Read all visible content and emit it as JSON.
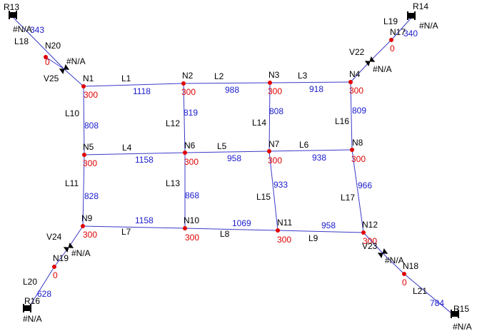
{
  "colors": {
    "pipe": "#3a3ac8",
    "node": "#e00000",
    "label": "#000000",
    "value": "#1a1acc",
    "node_value": "#e00000"
  },
  "nodes": [
    {
      "id": "N1",
      "value": "300"
    },
    {
      "id": "N2",
      "value": "300"
    },
    {
      "id": "N3",
      "value": "300"
    },
    {
      "id": "N4",
      "value": "300"
    },
    {
      "id": "N5",
      "value": "300"
    },
    {
      "id": "N6",
      "value": "300"
    },
    {
      "id": "N7",
      "value": "300"
    },
    {
      "id": "N8",
      "value": "300"
    },
    {
      "id": "N9",
      "value": "300"
    },
    {
      "id": "N10",
      "value": "300"
    },
    {
      "id": "N11",
      "value": "300"
    },
    {
      "id": "N12",
      "value": "300"
    },
    {
      "id": "N17",
      "value": "0"
    },
    {
      "id": "N18",
      "value": "0"
    },
    {
      "id": "N19",
      "value": "0"
    },
    {
      "id": "N20",
      "value": "0"
    }
  ],
  "reservoirs": [
    {
      "id": "R13",
      "value": "#N/A"
    },
    {
      "id": "R14",
      "value": "#N/A"
    },
    {
      "id": "R15",
      "value": "#N/A"
    },
    {
      "id": "R16",
      "value": "#N/A"
    }
  ],
  "valves": [
    {
      "id": "V22",
      "value": "#N/A"
    },
    {
      "id": "V23",
      "value": "#N/A"
    },
    {
      "id": "V24",
      "value": "#N/A"
    },
    {
      "id": "V25",
      "value": "#N/A"
    }
  ],
  "links": [
    {
      "id": "L1",
      "value": "1118"
    },
    {
      "id": "L2",
      "value": "988"
    },
    {
      "id": "L3",
      "value": "918"
    },
    {
      "id": "L4",
      "value": "1158"
    },
    {
      "id": "L5",
      "value": "958"
    },
    {
      "id": "L6",
      "value": "938"
    },
    {
      "id": "L7",
      "value": "1158"
    },
    {
      "id": "L8",
      "value": "1069"
    },
    {
      "id": "L9",
      "value": "958"
    },
    {
      "id": "L10",
      "value": "808"
    },
    {
      "id": "L11",
      "value": "828"
    },
    {
      "id": "L12",
      "value": "819"
    },
    {
      "id": "L13",
      "value": "868"
    },
    {
      "id": "L14",
      "value": "808"
    },
    {
      "id": "L15",
      "value": "933"
    },
    {
      "id": "L16",
      "value": "809"
    },
    {
      "id": "L17",
      "value": "966"
    },
    {
      "id": "L18",
      "value": "343"
    },
    {
      "id": "L19",
      "value": "340"
    },
    {
      "id": "L20",
      "value": "628"
    },
    {
      "id": "L21",
      "value": "784"
    }
  ]
}
